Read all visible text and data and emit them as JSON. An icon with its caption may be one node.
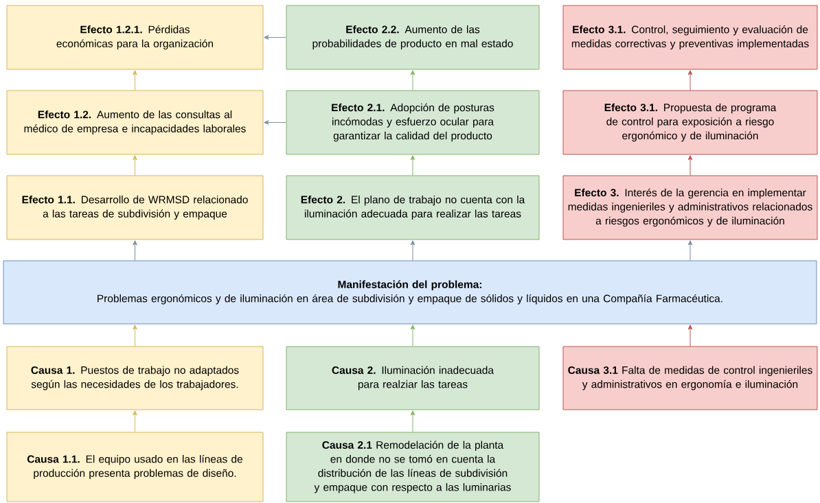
{
  "diagram": {
    "nodes": [
      {
        "text": [
          "**Efecto 1.2.1.** Pérdidas económicas para la organización"
        ]
      },
      {
        "text": [
          "**Efecto 2.2.** Aumento de las probabilidades de producto en mal estado"
        ]
      },
      {
        "text": [
          "**Efecto 3.1.** Control, seguimiento y evaluación de medidas correctivas y preventivas implementadas"
        ]
      },
      {
        "text": [
          "**Efecto 1.2.** Aumento de las consultas al médico de empresa e incapacidades laborales"
        ]
      },
      {
        "text": [
          "**Efecto 2.1.** Adopción de posturas incómodas y esfuerzo ocular para garantizar la calidad del producto"
        ]
      },
      {
        "text": [
          "**Efecto 3.1.** Propuesta de programa de control para exposición a riesgo ergonómico y de iluminación"
        ]
      },
      {
        "text": [
          "**Efecto 1.1.** Desarrollo de WRMSD relacionado a las tareas de subdivisión y empaque"
        ]
      },
      {
        "text": [
          "**Efecto 2.** El plano de trabajo no cuenta con la iluminación adecuada para realizar las tareas"
        ]
      },
      {
        "text": [
          "**Efecto 3.** Interés de la gerencia en implementar medidas ingenieriles y administrativos relacionados a riesgos ergonómicos y de iluminación"
        ]
      },
      {
        "text": [
          "Manifestación del problema:",
          "Problemas ergonómicos y de iluminación en área de subdivisión y empaque de sólidos y líquidos en una Compañía Farmacéutica."
        ]
      },
      {
        "text": [
          "**Causa 1.** Puestos de trabajo no adaptados según las necesidades de los trabajadores."
        ]
      },
      {
        "text": [
          "**Causa 2.** Iluminación inadecuada para realziar las tareas"
        ]
      },
      {
        "text": [
          "**Causa 3.1** Falta de medidas de control ingenieriles y administrativos en ergonomía e iluminación"
        ]
      },
      {
        "text": [
          "**Causa 1.1.** El equipo usado en las líneas de producción presenta problemas de diseño."
        ]
      },
      {
        "text": [
          "**Causa 2.1** Remodelación de la planta en donde no se tomó en cuenta la distribución de las líneas de subdivisión y empaque con respecto a las luminarias"
        ]
      }
    ],
    "edges": [
      {
        "from": 1,
        "to": 0,
        "arrow": "to"
      },
      {
        "from": 3,
        "to": 0,
        "arrow": "to",
        "color": "#d6b656"
      },
      {
        "from": 4,
        "to": 1,
        "arrow": "to",
        "color": "#82b366"
      },
      {
        "from": 5,
        "to": 2,
        "arrow": "to",
        "color": "#b85450"
      },
      {
        "from": 4,
        "to": 3,
        "arrow": "to"
      },
      {
        "from": 6,
        "to": 3,
        "arrow": "to",
        "color": "#d6b656"
      },
      {
        "from": 7,
        "to": 4,
        "arrow": "to",
        "color": "#82b366"
      },
      {
        "from": 8,
        "to": 5,
        "arrow": "to",
        "color": "#b85450"
      },
      {
        "from": 9,
        "to": 6,
        "arrow": "to"
      },
      {
        "from": 9,
        "to": 7,
        "arrow": "to"
      },
      {
        "from": 9,
        "to": 8,
        "arrow": "to"
      },
      {
        "from": 10,
        "to": 9,
        "arrow": "to",
        "color": "#d6b656"
      },
      {
        "from": 11,
        "to": 9,
        "arrow": "to",
        "color": "#82b366"
      },
      {
        "from": 12,
        "to": 9,
        "arrow": "to",
        "color": "#b85450"
      },
      {
        "from": 13,
        "to": 10,
        "arrow": "to",
        "color": "#d6b656"
      },
      {
        "from": 14,
        "to": 11,
        "arrow": "to",
        "color": "#82b366"
      }
    ]
  }
}
